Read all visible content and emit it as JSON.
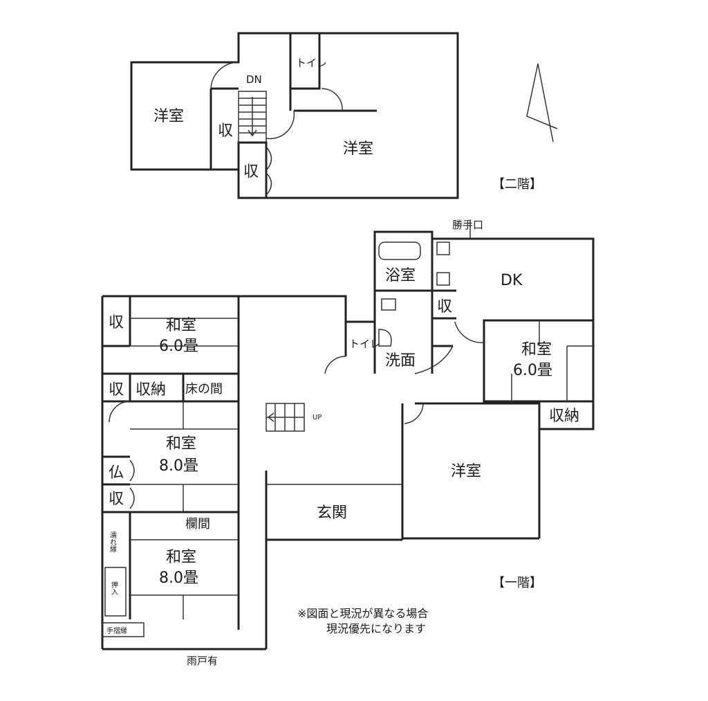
{
  "floor2": {
    "label": "【二階】",
    "rooms": {
      "west_room": "洋室",
      "east_room": "洋室",
      "storage_a": "収",
      "storage_b": "収",
      "toilet": "トイレ",
      "stairs_down": "DN"
    }
  },
  "floor1": {
    "label": "【一階】",
    "rooms": {
      "washitsu_a": "和室",
      "washitsu_a_size": "6.0畳",
      "washitsu_b": "和室",
      "washitsu_b_size": "8.0畳",
      "washitsu_c": "和室",
      "washitsu_c_size": "8.0畳",
      "washitsu_d": "和室",
      "washitsu_d_size": "6.0畳",
      "storage_1": "収",
      "storage_2": "収",
      "storage_3": "収",
      "storage_4": "収",
      "shuno_1": "収納",
      "shuno_2": "収納",
      "tokonoma": "床の間",
      "butsudan": "仏",
      "ranma": "欄間",
      "bath": "浴室",
      "washroom": "洗面",
      "toilet": "トイレ",
      "dk": "DK",
      "western_room": "洋室",
      "entrance": "玄関",
      "stairs_up": "UP",
      "back_door": "勝手口",
      "amado": "雨戸有",
      "nure_en": "濡れ縁",
      "oshiire_small": "押入",
      "bench": "手摺縁"
    }
  },
  "note_line1": "※図面と現況が異なる場合",
  "note_line2": "現況優先になります",
  "compass_icon": "north-arrow-icon"
}
